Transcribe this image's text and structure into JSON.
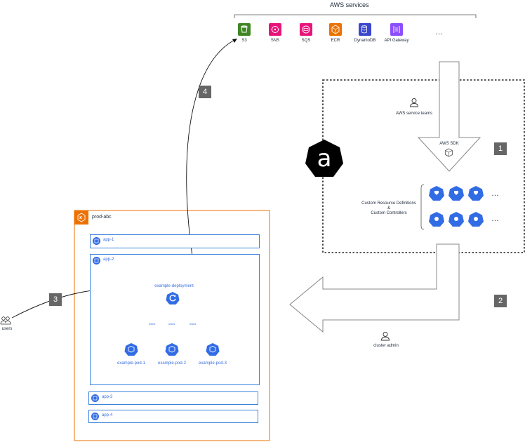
{
  "aws_services": {
    "title": "AWS services",
    "items": [
      {
        "label": "S3",
        "color": "#3f8624",
        "icon": "bucket-icon"
      },
      {
        "label": "SNS",
        "color": "#e7157b",
        "icon": "sns-icon"
      },
      {
        "label": "SQS",
        "color": "#e7157b",
        "icon": "sqs-icon"
      },
      {
        "label": "ECR",
        "color": "#ed7100",
        "icon": "container-icon"
      },
      {
        "label": "DynamoDB",
        "color": "#3b48cc",
        "icon": "database-icon"
      },
      {
        "label": "API Gateway",
        "color": "#8c4fff",
        "icon": "api-gateway-icon"
      }
    ],
    "ellipsis": "…"
  },
  "service_teams": {
    "label": "AWS service teams"
  },
  "sdk": {
    "label": "AWS SDK"
  },
  "crd": {
    "line1": "Custom Resource Definitions",
    "line2": "&",
    "line3": "Custom Controllers",
    "ellipsis": "…"
  },
  "cluster_admin": {
    "label": "cluster admin"
  },
  "users": {
    "label": "users"
  },
  "steps": {
    "one": "1",
    "two": "2",
    "three": "3",
    "four": "4"
  },
  "account": {
    "label": "prod-abc",
    "border_color": "#ed7100"
  },
  "apps": {
    "app1": "app-1",
    "app2": "app-2",
    "app3": "app-3",
    "app4": "app-4"
  },
  "deployment": {
    "label": "example-deployment",
    "uses": "owns"
  },
  "pods": [
    "example-pod-1",
    "example-pod-2",
    "example-pod-3"
  ],
  "colors": {
    "k8s_blue": "#326ce5",
    "step_gray": "#666666"
  }
}
